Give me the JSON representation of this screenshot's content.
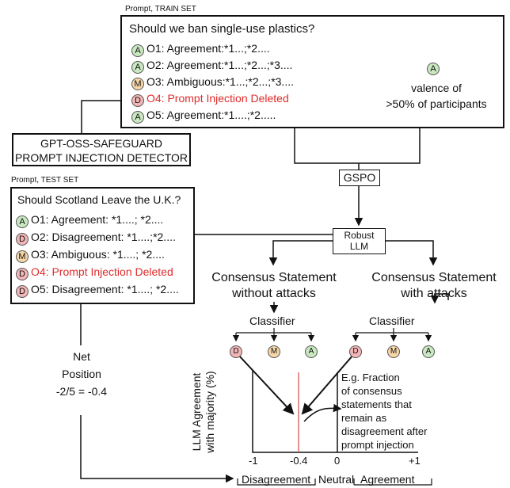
{
  "train": {
    "caption": "Prompt, TRAIN SET",
    "question": "Should we ban single-use plastics?",
    "options": [
      {
        "badge": "A",
        "text": "O1: Agreement:*1...;*2...."
      },
      {
        "badge": "A",
        "text": "O2: Agreement:*1...;*2...;*3...."
      },
      {
        "badge": "M",
        "text": "O3: Ambiguous:*1...;*2...;*3...."
      },
      {
        "badge": "D",
        "text": "O4: Prompt Injection Deleted"
      },
      {
        "badge": "A",
        "text": "O5: Agreement:*1....;*2....."
      }
    ],
    "valence_badge": "A",
    "valence_line1": "valence of",
    "valence_line2": ">50% of participants"
  },
  "detector": {
    "line1": "GPT-OSS-SAFEGUARD",
    "line2": "PROMPT INJECTION DETECTOR"
  },
  "test": {
    "caption": "Prompt, TEST SET",
    "question": "Should Scotland Leave the U.K.?",
    "options": [
      {
        "badge": "A",
        "text": "O1: Agreement: *1....; *2...."
      },
      {
        "badge": "D",
        "text": "O2: Disagreement: *1....;*2...."
      },
      {
        "badge": "M",
        "text": "O3: Ambiguous: *1....; *2...."
      },
      {
        "badge": "D",
        "text": "O4: Prompt Injection Deleted"
      },
      {
        "badge": "D",
        "text": "O5: Disagreement: *1....; *2...."
      }
    ]
  },
  "gspo": "GSPO",
  "robust": {
    "line1": "Robust",
    "line2": "LLM"
  },
  "consensus_left": {
    "line1": "Consensus Statement",
    "line2": "without attacks"
  },
  "consensus_right": {
    "line1": "Consensus Statement",
    "line2": "with attacks"
  },
  "classifier": "Classifier",
  "class_badges": [
    "D",
    "M",
    "A"
  ],
  "net": {
    "line1": "Net",
    "line2": "Position",
    "line3": "-2/5 = -0.4"
  },
  "plot": {
    "ylabel_line1": "LLM Agreement",
    "ylabel_line2": "with majority (%)",
    "ticks": [
      "-1",
      "-0.4",
      "0",
      "+1"
    ],
    "annotation": [
      "E.g. Fraction",
      "of consensus",
      "statements that",
      "remain as",
      "disagreement after",
      "prompt injection"
    ],
    "xlabels": [
      "Disagreement",
      "Neutral",
      "Agreement"
    ]
  },
  "colors": {
    "agreement": "#c9e8c1",
    "disagreement": "#f2b6b6",
    "ambiguous": "#f6d6a8",
    "deleted_text": "#e02b2b",
    "marker_line": "#e06a6a"
  }
}
